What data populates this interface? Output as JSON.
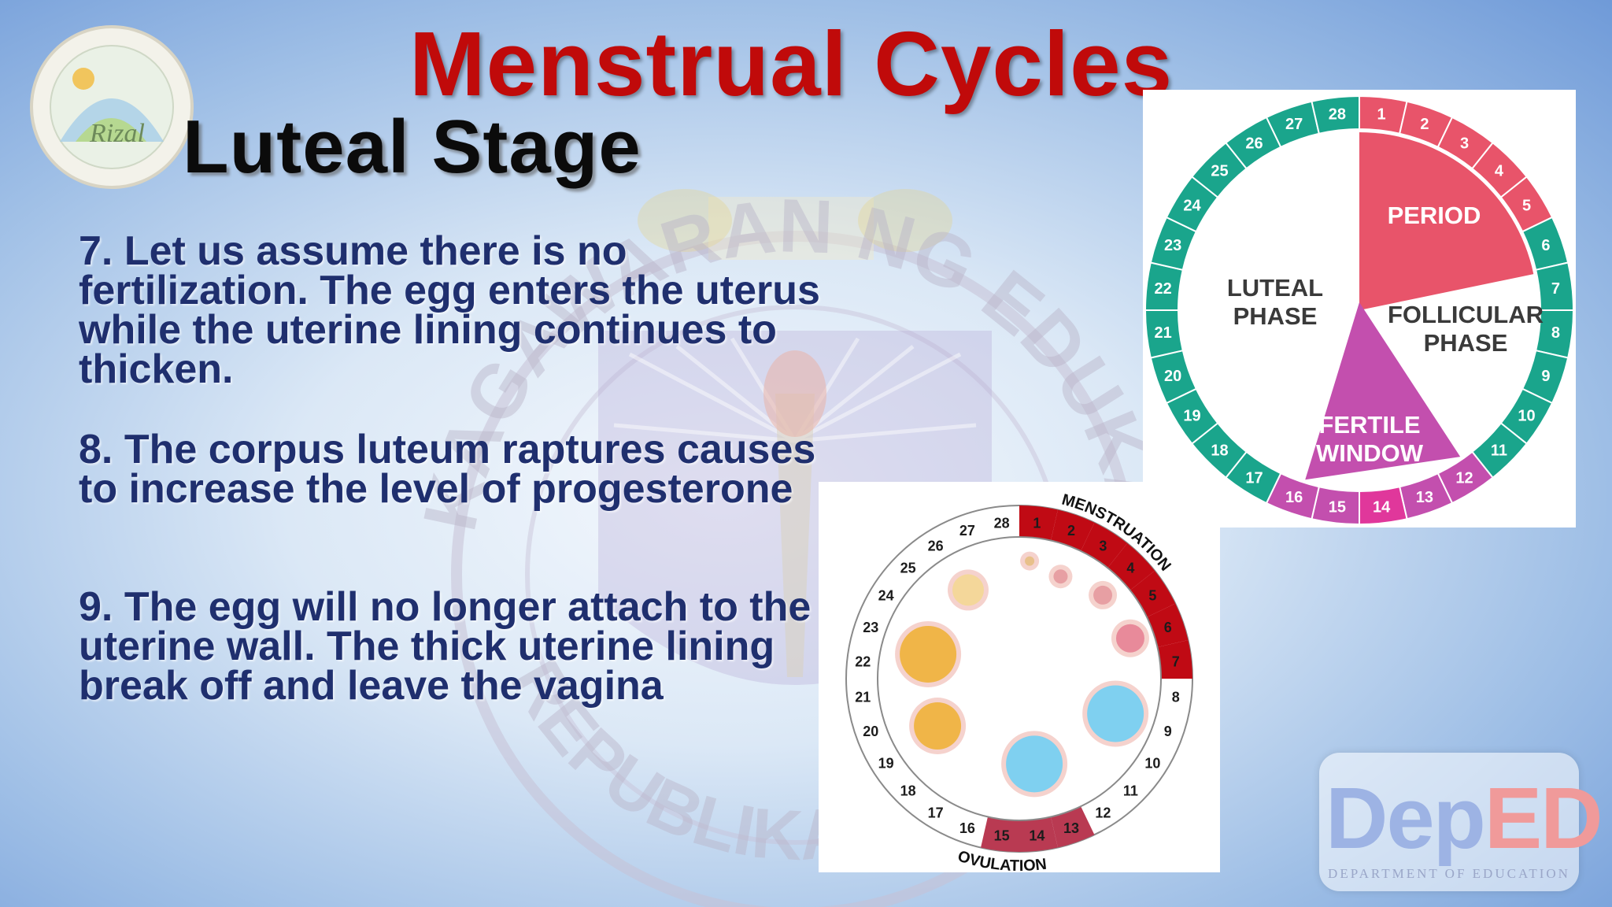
{
  "title": "Menstrual Cycles",
  "subtitle": "Luteal Stage",
  "paragraphs": [
    "7. Let us assume there is no fertilization. The egg enters the uterus while the uterine lining continues to thicken.",
    "8. The corpus luteum raptures causes to increase the level of progesterone",
    "9. The egg will no longer attach to the uterine wall. The thick uterine lining break off and leave the vagina"
  ],
  "seal": {
    "text": "Rizal"
  },
  "watermark": {
    "top_text": "KAGAWARAN NG EDUKASYON",
    "bottom_text": "REPUBLIKA NG PILIPINAS"
  },
  "cycle_wheel": {
    "days": [
      "1",
      "2",
      "3",
      "4",
      "5",
      "6",
      "7",
      "8",
      "9",
      "10",
      "11",
      "12",
      "13",
      "14",
      "15",
      "16",
      "17",
      "18",
      "19",
      "20",
      "21",
      "22",
      "23",
      "24",
      "25",
      "26",
      "27",
      "28"
    ],
    "phases": {
      "period": [
        "PERIOD"
      ],
      "follicular": [
        "FOLLICULAR",
        "PHASE"
      ],
      "fertile": [
        "FERTILE",
        "WINDOW"
      ],
      "luteal": [
        "LUTEAL",
        "PHASE"
      ]
    },
    "colors": {
      "teal": "#1aa58c",
      "pink": "#e8546a",
      "magenta": "#c34fae",
      "hot": "#e0379b"
    }
  },
  "ovulation_wheel": {
    "days": [
      "1",
      "2",
      "3",
      "4",
      "5",
      "6",
      "7",
      "8",
      "9",
      "10",
      "11",
      "12",
      "13",
      "14",
      "15",
      "16",
      "17",
      "18",
      "19",
      "20",
      "21",
      "22",
      "23",
      "24",
      "25",
      "26",
      "27",
      "28"
    ],
    "menstruation_label": "MENSTRUATION",
    "ovulation_label": "OVULATION",
    "colors": {
      "menstruation": "#c00a14",
      "ovulation": "#b93a52"
    }
  },
  "logo": {
    "text_a": "Dep",
    "text_b": "ED",
    "sub": "DEPARTMENT OF EDUCATION"
  }
}
